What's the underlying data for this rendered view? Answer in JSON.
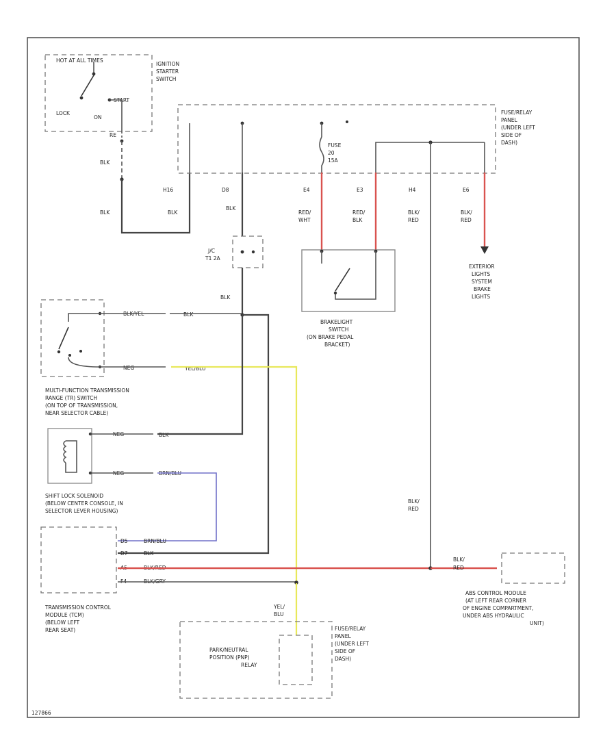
{
  "labels": {
    "hot_at_all_times": "HOT AT ALL TIMES",
    "ignition_switch": [
      "IGNITION",
      "STARTER",
      "SWITCH"
    ],
    "lock": "LOCK",
    "on": "ON",
    "start": "START",
    "ign_term": "RE",
    "blk_1": "BLK",
    "blk_2": "BLK",
    "blk_3": "BLK",
    "fuse_relay_panel_1": [
      "FUSE/RELAY",
      "PANEL",
      "(UNDER LEFT",
      "SIDE OF",
      "DASH)"
    ],
    "fuse": [
      "FUSE",
      "20",
      "15A"
    ],
    "term_h16": "H16",
    "term_d8": "D8",
    "term_e4": "E4",
    "term_e3": "E3",
    "term_h4": "H4",
    "term_e6": "E6",
    "blk_4": "BLK",
    "red_wht": [
      "RED/",
      "WHT"
    ],
    "red_blk": [
      "RED/",
      "BLK"
    ],
    "blk_red_1": [
      "BLK/",
      "RED"
    ],
    "blk_red_2": [
      "BLK/",
      "RED"
    ],
    "jc": [
      "J/C",
      "T1 2A"
    ],
    "exterior_lights": [
      "EXTERIOR",
      "LIGHTS",
      "SYSTEM",
      "BRAKE",
      "LIGHTS"
    ],
    "brakelight_switch": [
      "BRAKELIGHT",
      "SWITCH",
      "(ON BRAKE PEDAL",
      "BRACKET)"
    ],
    "blk_5": "BLK",
    "blk_yel": "BLK/YEL",
    "blk_6": "BLK",
    "neg": "NEG",
    "yel_blu": "YEL/BLU",
    "mfr_switch": [
      "MULTI-FUNCTION TRANSMISSION",
      "RANGE (TR) SWITCH",
      "(ON TOP OF TRANSMISSION,",
      "NEAR SELECTOR CABLE)"
    ],
    "neg_2": "NEG",
    "blk_7": "BLK",
    "neg_3": "NEG",
    "brn_blu_1": "BRN/BLU",
    "shift_lock": [
      "SHIFT LOCK SOLENOID",
      "(BELOW CENTER CONSOLE, IN",
      "SELECTOR LEVER HOUSING)"
    ],
    "blk_red_3": [
      "BLK/",
      "RED"
    ],
    "brn_blu_2": "BRN/BLU",
    "blk_8": "BLK",
    "blk_red_4": "BLK/RED",
    "blk_gry": "BLK/GRY",
    "tcm": [
      "TRANSMISSION CONTROL",
      "MODULE (TCM)",
      "(BELOW LEFT",
      "REAR SEAT)"
    ],
    "blk_red_5": [
      "BLK/",
      "RED"
    ],
    "abs_module": [
      "ABS CONTROL MODULE",
      "(AT LEFT REAR CORNER",
      "OF ENGINE COMPARTMENT,",
      "UNDER ABS HYDRAULIC",
      "UNIT)"
    ],
    "yel_blu_2": [
      "YEL/",
      "BLU"
    ],
    "park_neutral": [
      "PARK/NEUTRAL",
      "POSITION (PNP)",
      "RELAY"
    ],
    "fuse_relay_panel_2": [
      "FUSE/RELAY",
      "PANEL",
      "(UNDER LEFT",
      "SIDE OF",
      "DASH)"
    ],
    "tcm_pins": [
      "D5",
      "D7",
      "A5",
      "F4"
    ],
    "footer_id": "127866"
  },
  "colors": {
    "red_wire": "#d9534f",
    "yellow_wire": "#e8e85a",
    "blue_wire": "#7070c8",
    "black_wire": "#444444"
  }
}
